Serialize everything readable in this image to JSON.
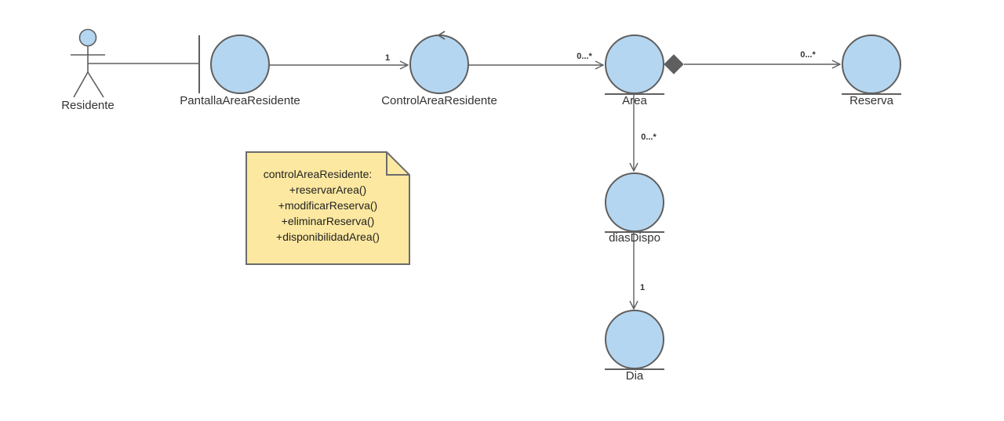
{
  "colors": {
    "node_fill": "#b5d6f0",
    "stroke": "#5f5f5f",
    "note_fill": "#fce8a0",
    "note_stroke": "#6b6b6b"
  },
  "actor": {
    "label": "Residente"
  },
  "boundary": {
    "label": "PantallaAreaResidente"
  },
  "control": {
    "label": "ControlAreaResidente"
  },
  "entities": {
    "area": {
      "label": "Area"
    },
    "reserva": {
      "label": "Reserva"
    },
    "dias_dispo": {
      "label": "diasDispo"
    },
    "dia": {
      "label": "Dia"
    }
  },
  "multiplicities": {
    "boundary_to_control": "1",
    "control_to_area": "0...*",
    "area_to_reserva": "0...*",
    "area_to_dias_dispo": "0...*",
    "dias_dispo_to_dia": "1"
  },
  "note": {
    "title": "controlAreaResidente:",
    "lines": [
      "+reservarArea()",
      "+modificarReserva()",
      "+eliminarReserva()",
      "+disponibilidadArea()"
    ]
  }
}
